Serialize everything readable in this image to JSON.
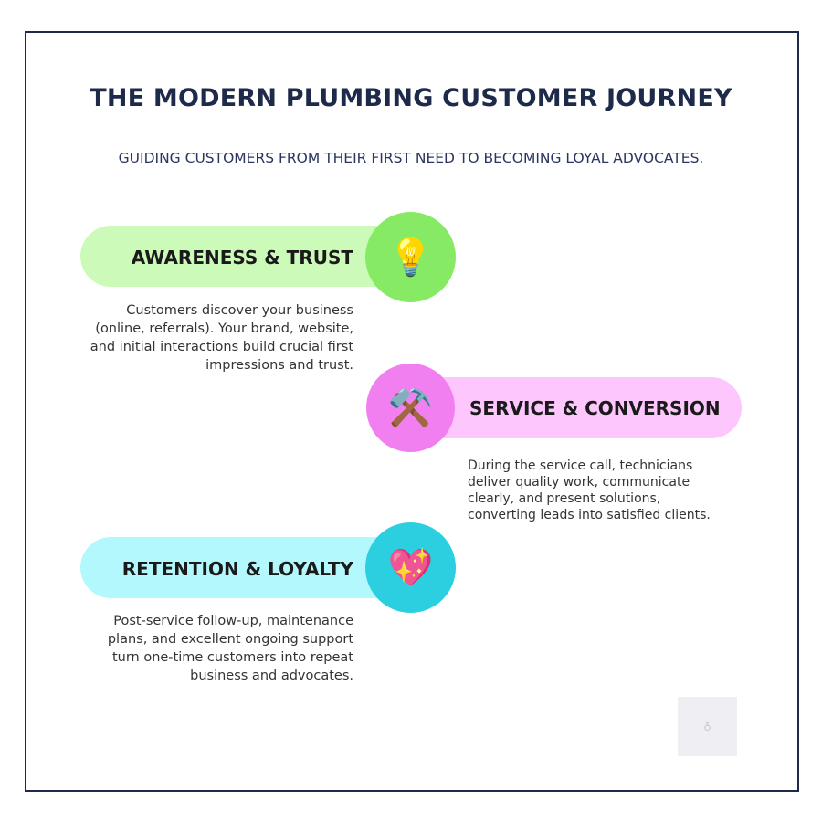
{
  "title": "THE MODERN PLUMBING CUSTOMER JOURNEY",
  "subtitle": "GUIDING CUSTOMERS FROM THEIR FIRST NEED TO BECOMING LOYAL ADVOCATES.",
  "stages": [
    {
      "label": "AWARENESS & TRUST",
      "icon": "💡",
      "icon_name": "lightbulb-icon",
      "pill_color": "#ccfbb9",
      "circle_color": "#86ea64",
      "description": "Customers discover your business (online, referrals). Your brand, website, and initial interactions build crucial first impressions and trust."
    },
    {
      "label": "SERVICE & CONVERSION",
      "icon": "⚒️",
      "icon_name": "hammer-wrench-icon",
      "pill_color": "#fdc6fc",
      "circle_color": "#f27ff0",
      "description": "During the service call, technicians deliver quality work, communicate clearly, and present solutions, converting leads into satisfied clients."
    },
    {
      "label": "RETENTION & LOYALTY",
      "icon": "💖",
      "icon_name": "sparkling-heart-icon",
      "pill_color": "#b3f8fc",
      "circle_color": "#2bcfe0",
      "description": "Post-service follow-up, maintenance plans, and excellent ongoing support turn one-time customers into repeat business and advocates."
    }
  ]
}
